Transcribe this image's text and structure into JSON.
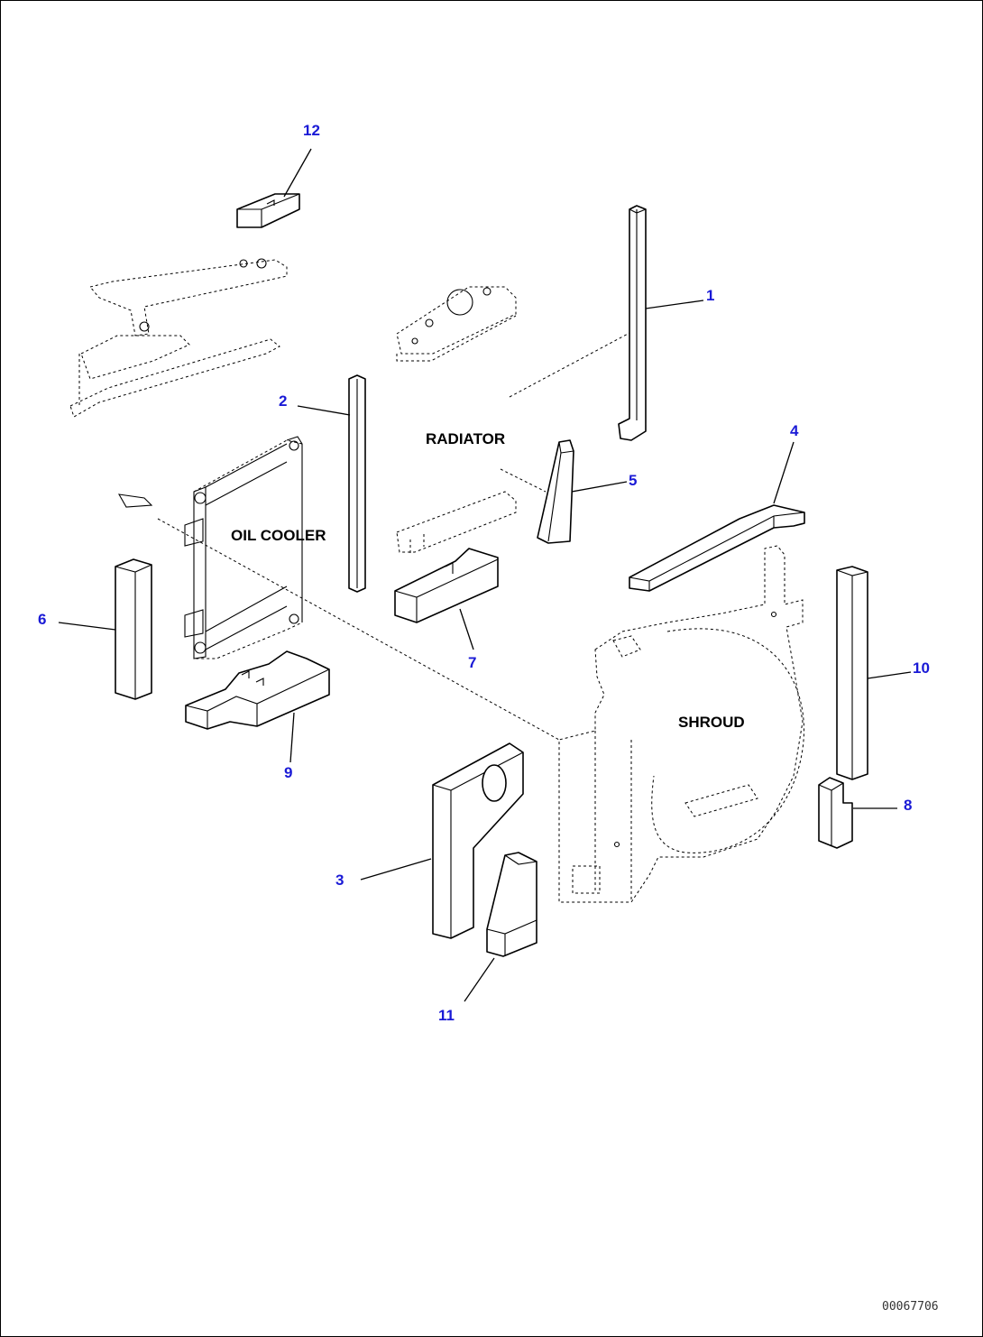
{
  "diagram": {
    "labels": {
      "radiator": "RADIATOR",
      "oil_cooler": "OIL COOLER",
      "shroud": "SHROUD"
    },
    "callouts": {
      "c1": "1",
      "c2": "2",
      "c3": "3",
      "c4": "4",
      "c5": "5",
      "c6": "6",
      "c7": "7",
      "c8": "8",
      "c9": "9",
      "c10": "10",
      "c11": "11",
      "c12": "12"
    },
    "figure_id": "00067706"
  }
}
